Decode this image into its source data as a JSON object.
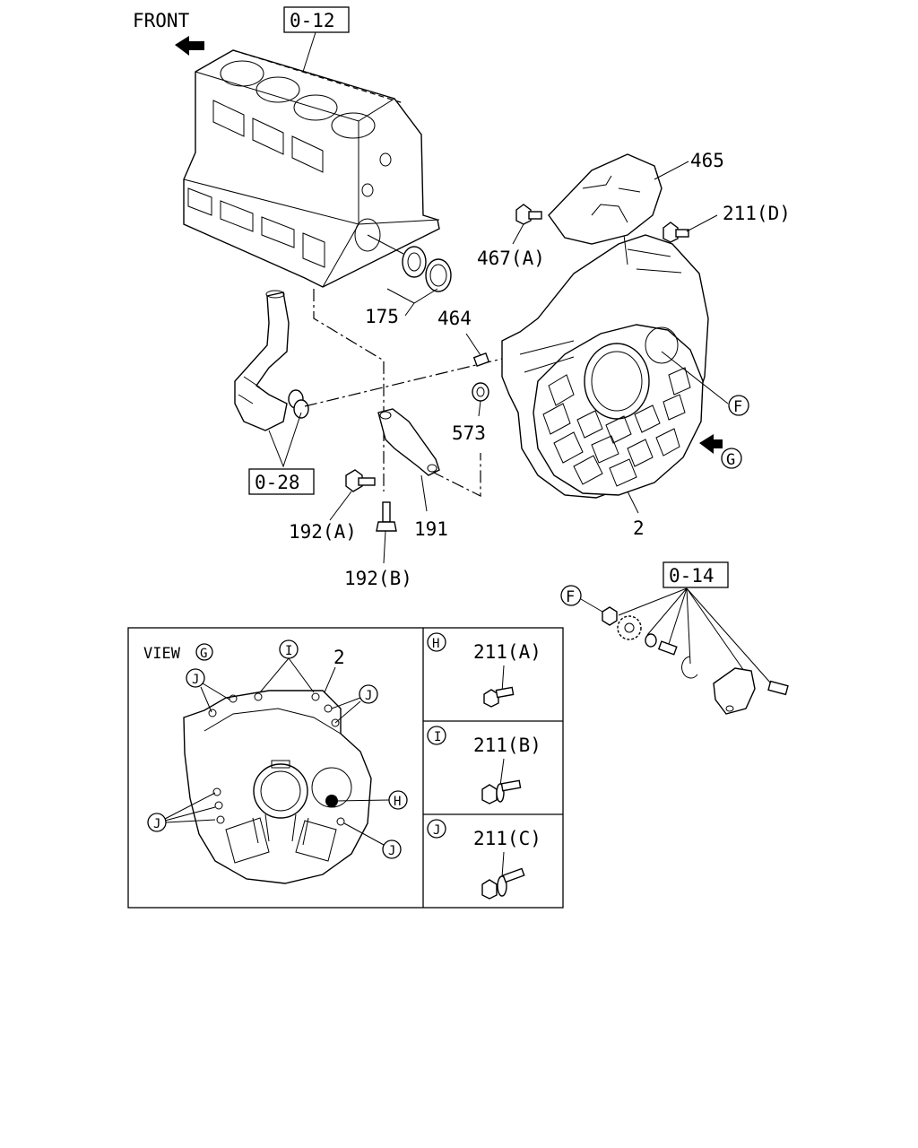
{
  "front_label": "FRONT",
  "references": {
    "ref_012": "0-12",
    "ref_028": "0-28",
    "ref_014": "0-14"
  },
  "part_numbers": {
    "p465": "465",
    "p211d": "211(D)",
    "p467a": "467(A)",
    "p175": "175",
    "p464": "464",
    "p573": "573",
    "p191": "191",
    "p192a": "192(A)",
    "p192b": "192(B)",
    "p2": "2"
  },
  "callouts": {
    "F": "F",
    "G": "G",
    "H": "H",
    "I": "I",
    "J": "J"
  },
  "detail_view": {
    "view_label": "VIEW",
    "view_letter": "G",
    "part_2": "2"
  },
  "bolt_panels": [
    {
      "letter": "H",
      "label": "211(A)"
    },
    {
      "letter": "I",
      "label": "211(B)"
    },
    {
      "letter": "J",
      "label": "211(C)"
    }
  ]
}
